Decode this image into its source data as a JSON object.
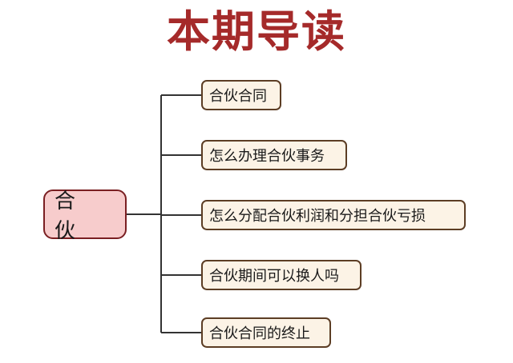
{
  "title": "本期导读",
  "center": {
    "label": "合 伙"
  },
  "branches": [
    {
      "label": "合伙合同"
    },
    {
      "label": "怎么办理合伙事务"
    },
    {
      "label": "怎么分配合伙利润和分担合伙亏损"
    },
    {
      "label": "合伙期间可以换人吗"
    },
    {
      "label": "合伙合同的终止"
    }
  ],
  "colors": {
    "title": "#a52a2a",
    "center_fill": "#f7cccc",
    "center_border": "#7a1f22",
    "branch_fill": "#fcf3e6",
    "branch_border": "#5c3d24",
    "connector": "#333333"
  }
}
